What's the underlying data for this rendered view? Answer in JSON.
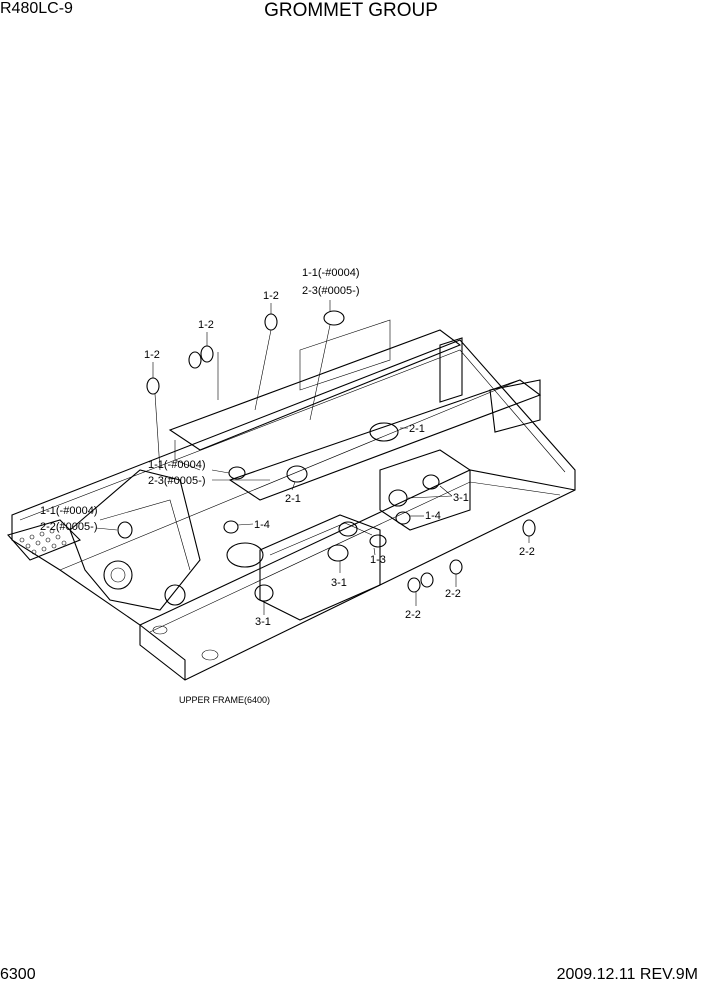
{
  "header": {
    "model": "R480LC-9",
    "title": "GROMMET GROUP"
  },
  "footer": {
    "page": "6300",
    "date_rev": "2009.12.11  REV.9M"
  },
  "frame_label": "UPPER FRAME(6400)",
  "callouts": {
    "c11_top_a": "1-1(-#0004)",
    "c23_top_b": "2-3(#0005-)",
    "c12_a": "1-2",
    "c12_b": "1-2",
    "c12_c": "1-2",
    "c11_mid_a": "1-1(-#0004)",
    "c23_mid_b": "2-3(#0005-)",
    "c11_left_a": "1-1(-#0004)",
    "c22_left_b": "2-2(#0005-)",
    "c21_a": "2-1",
    "c21_b": "2-1",
    "c31_a": "3-1",
    "c31_b": "3-1",
    "c31_c": "3-1",
    "c14_a": "1-4",
    "c14_b": "1-4",
    "c13": "1-3",
    "c22_a": "2-2",
    "c22_b": "2-2",
    "c22_c": "2-2"
  },
  "icons": {
    "grommet": "grommet-icon"
  }
}
